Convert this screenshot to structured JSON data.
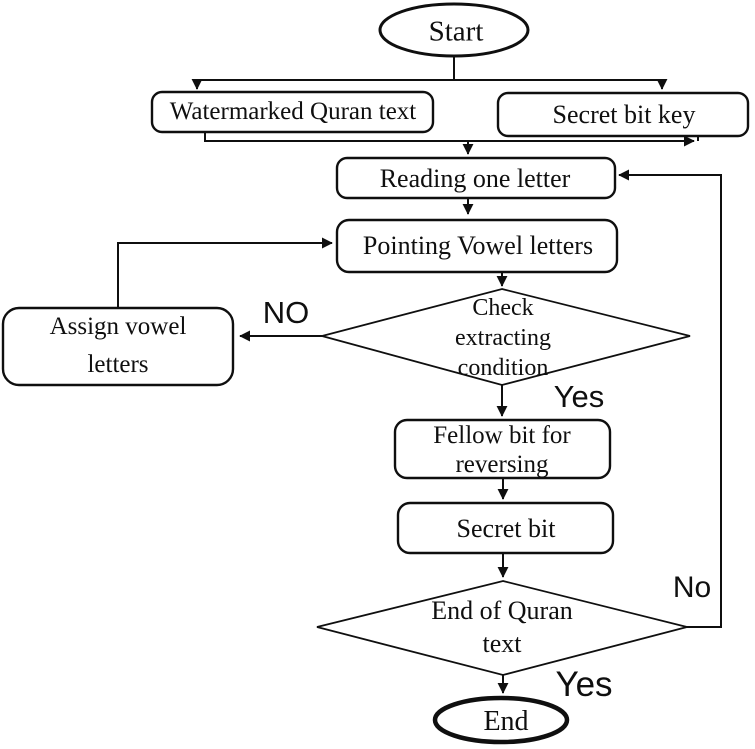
{
  "colors": {
    "ink": "#0f0f0f",
    "background": "#ffffff"
  },
  "flowchart": {
    "nodes": {
      "start": {
        "label": "Start",
        "shape": "terminator"
      },
      "watermarked": {
        "label": "Watermarked Quran text",
        "shape": "process"
      },
      "secret_key": {
        "label": "Secret bit key",
        "shape": "process"
      },
      "reading": {
        "label": "Reading one letter",
        "shape": "process"
      },
      "pointing": {
        "label": "Pointing Vowel letters",
        "shape": "process"
      },
      "check": {
        "lines": [
          "Check",
          "extracting",
          "condition"
        ],
        "shape": "decision"
      },
      "assign": {
        "lines": [
          "Assign vowel",
          "letters"
        ],
        "shape": "process"
      },
      "fellow": {
        "lines": [
          "Fellow bit for",
          "reversing"
        ],
        "shape": "process"
      },
      "secret_bit": {
        "label": "Secret bit",
        "shape": "process"
      },
      "end_check": {
        "lines": [
          "End of Quran",
          "text"
        ],
        "shape": "decision"
      },
      "end": {
        "label": "End",
        "shape": "terminator"
      }
    },
    "edge_labels": {
      "check_no": "NO",
      "check_yes": "Yes",
      "end_no": "No",
      "end_yes": "Yes"
    }
  }
}
